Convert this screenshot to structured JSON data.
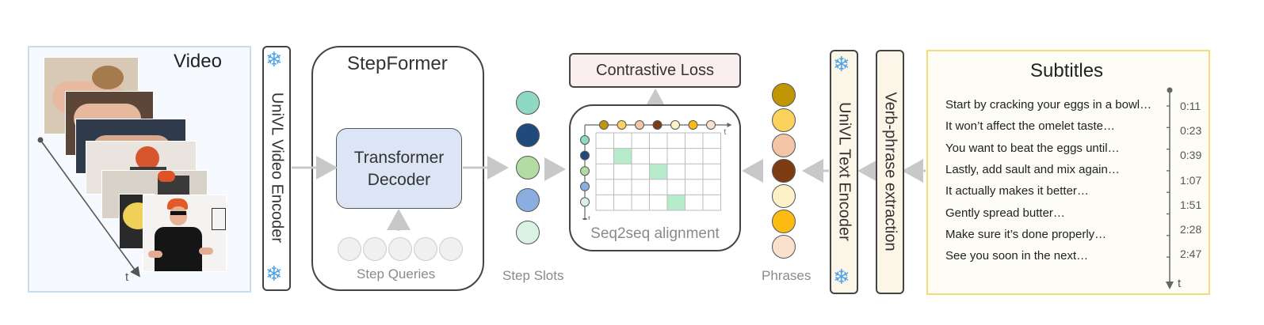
{
  "video": {
    "title": "Video",
    "time_label": "t"
  },
  "video_encoder": {
    "label": "UniVL Video Encoder"
  },
  "stepformer": {
    "title": "StepFormer",
    "decoder_label_line1": "Transformer",
    "decoder_label_line2": "Decoder",
    "queries_label": "Step Queries"
  },
  "step_slots": {
    "label": "Step Slots",
    "colors": [
      "#8fd8c4",
      "#1f4a7a",
      "#b3dca4",
      "#8aaee0",
      "#d9f2e4"
    ]
  },
  "loss": {
    "label": "Contrastive Loss"
  },
  "alignment": {
    "label": "Seq2seq alignment",
    "axis_label": "t"
  },
  "phrases": {
    "label": "Phrases",
    "colors": [
      "#c29506",
      "#fbd25e",
      "#f4c4a6",
      "#7e3c12",
      "#fdf1c8",
      "#fbbb12",
      "#fbe0cc"
    ]
  },
  "text_encoder": {
    "label": "UniVL Text Encoder"
  },
  "verb_extraction": {
    "label": "Verb-phrase extraction"
  },
  "subtitles": {
    "title": "Subtitles",
    "time_label": "t",
    "lines": [
      {
        "text": "Start by cracking your eggs in a bowl…",
        "time": "0:11"
      },
      {
        "text": "It won’t affect the omelet taste…",
        "time": "0:23"
      },
      {
        "text": "You want to beat the eggs until…",
        "time": "0:39"
      },
      {
        "text": "Lastly, add sault and mix again…",
        "time": "1:07"
      },
      {
        "text": "It actually makes it better…",
        "time": "1:51"
      },
      {
        "text": "Gently spread butter…",
        "time": "2:28"
      },
      {
        "text": "Make sure it’s done properly…",
        "time": "2:47"
      },
      {
        "text": "See you soon in the next…",
        "time": ""
      }
    ]
  }
}
